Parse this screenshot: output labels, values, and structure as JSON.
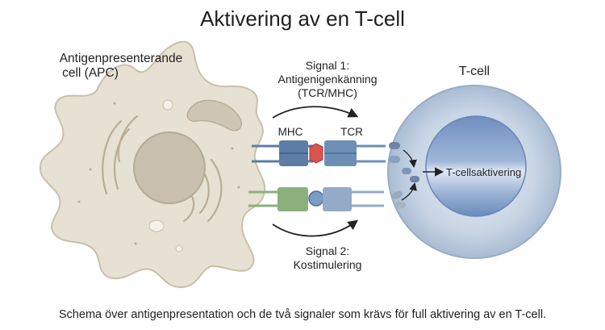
{
  "title": "Aktivering av en T-cell",
  "caption": "Schema över antigenpresentation och de två signaler som krävs för full aktivering av en T-cell.",
  "apc": {
    "label_line1": "Antigenpresenterande",
    "label_line2": "cell (APC)"
  },
  "tcell": {
    "label": "T-cell"
  },
  "signal1": {
    "line1": "Signal 1:",
    "line2": "Antigenigenkänning",
    "line3": "(TCR/MHC)"
  },
  "signal2": {
    "line1": "Signal 2:",
    "line2": "Kostimulering"
  },
  "receptors": {
    "mhc": "MHC",
    "tcr": "TCR"
  },
  "outcome": {
    "label": "T-cellsaktivering"
  },
  "colors": {
    "apc_fill": "#e7e1d3",
    "apc_stroke": "#c9c0ab",
    "nucleus": "#c9bfae",
    "tcell_outer": "#b3c6dc",
    "tcell_inner": "#7f9ecb",
    "mhc": "#5b7da6",
    "tcr": "#6d8fb5",
    "antigen": "#d9534f",
    "costim_apc": "#8bb07e",
    "costim_t": "#93abc6"
  }
}
